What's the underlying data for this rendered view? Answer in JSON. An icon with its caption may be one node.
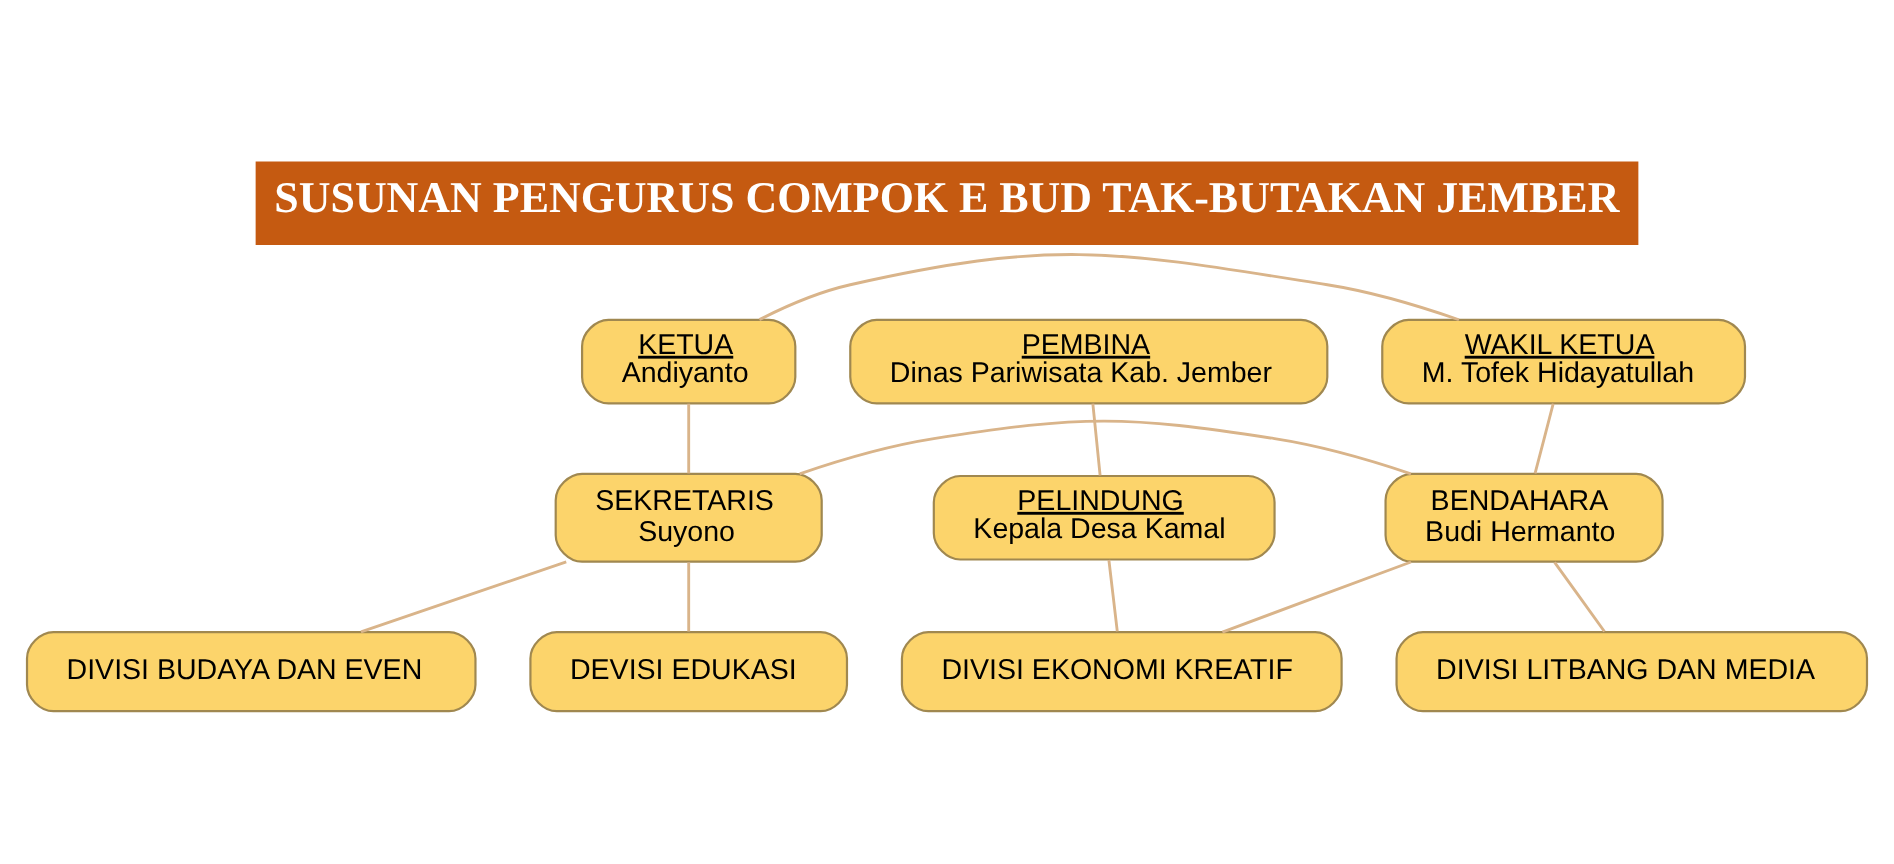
{
  "diagram": {
    "title": "SUSUNAN PENGURUS COMPOK E BUD TAK-BUTAKAN JEMBER",
    "nodes": [
      {
        "text": [
          "PEMBINA",
          "Dinas Pariwisata Kab. Jember"
        ]
      },
      {
        "text": [
          "PELINDUNG",
          "Kepala Desa Kamal"
        ]
      },
      {
        "text": [
          "KETUA",
          "Andiyanto"
        ]
      },
      {
        "text": [
          "WAKIL KETUA",
          "M. Tofek Hidayatullah"
        ]
      },
      {
        "text": [
          "SEKRETARIS",
          "Suyono"
        ]
      },
      {
        "text": [
          "BENDAHARA",
          "Budi Hermanto"
        ]
      },
      {
        "text": [
          "DIVISI BUDAYA DAN EVEN"
        ]
      },
      {
        "text": [
          "DEVISI EDUKASI"
        ]
      },
      {
        "text": [
          "DIVISI EKONOMI KREATIF"
        ]
      },
      {
        "text": [
          "DIVISI LITBANG DAN MEDIA"
        ]
      }
    ],
    "edges": [
      {
        "from": 0,
        "to": 1,
        "arrow": "none"
      },
      {
        "from": 1,
        "to": 8,
        "arrow": "none"
      },
      {
        "from": 2,
        "to": 3,
        "arrow": "none"
      },
      {
        "from": 2,
        "to": 4,
        "arrow": "none"
      },
      {
        "from": 3,
        "to": 5,
        "arrow": "none"
      },
      {
        "from": 4,
        "to": 5,
        "arrow": "none"
      },
      {
        "from": 4,
        "to": 6,
        "arrow": "none"
      },
      {
        "from": 4,
        "to": 7,
        "arrow": "none"
      },
      {
        "from": 5,
        "to": 8,
        "arrow": "none"
      },
      {
        "from": 5,
        "to": 9,
        "arrow": "none"
      }
    ]
  }
}
